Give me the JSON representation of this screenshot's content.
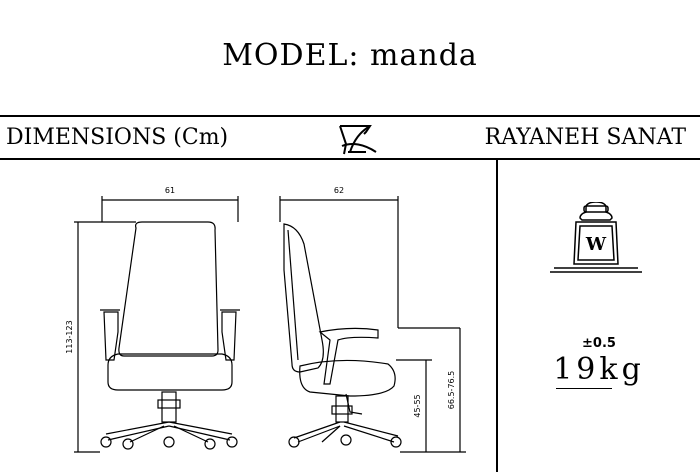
{
  "header": {
    "model_title": "MODEL:  manda",
    "dimensions_label": "DIMENSIONS (Cm)",
    "brand": "RAYANEH SANAT"
  },
  "icons": {
    "logo": "chair-logo-icon",
    "weight": "weight-icon"
  },
  "drawing": {
    "front_width": "61",
    "side_depth": "62",
    "overall_height": "113-123",
    "seat_height": "45-55",
    "armrest_height": "66.5-76.5"
  },
  "weight": {
    "icon_letter": "W",
    "tolerance": "±0.5",
    "value": "19kg"
  }
}
